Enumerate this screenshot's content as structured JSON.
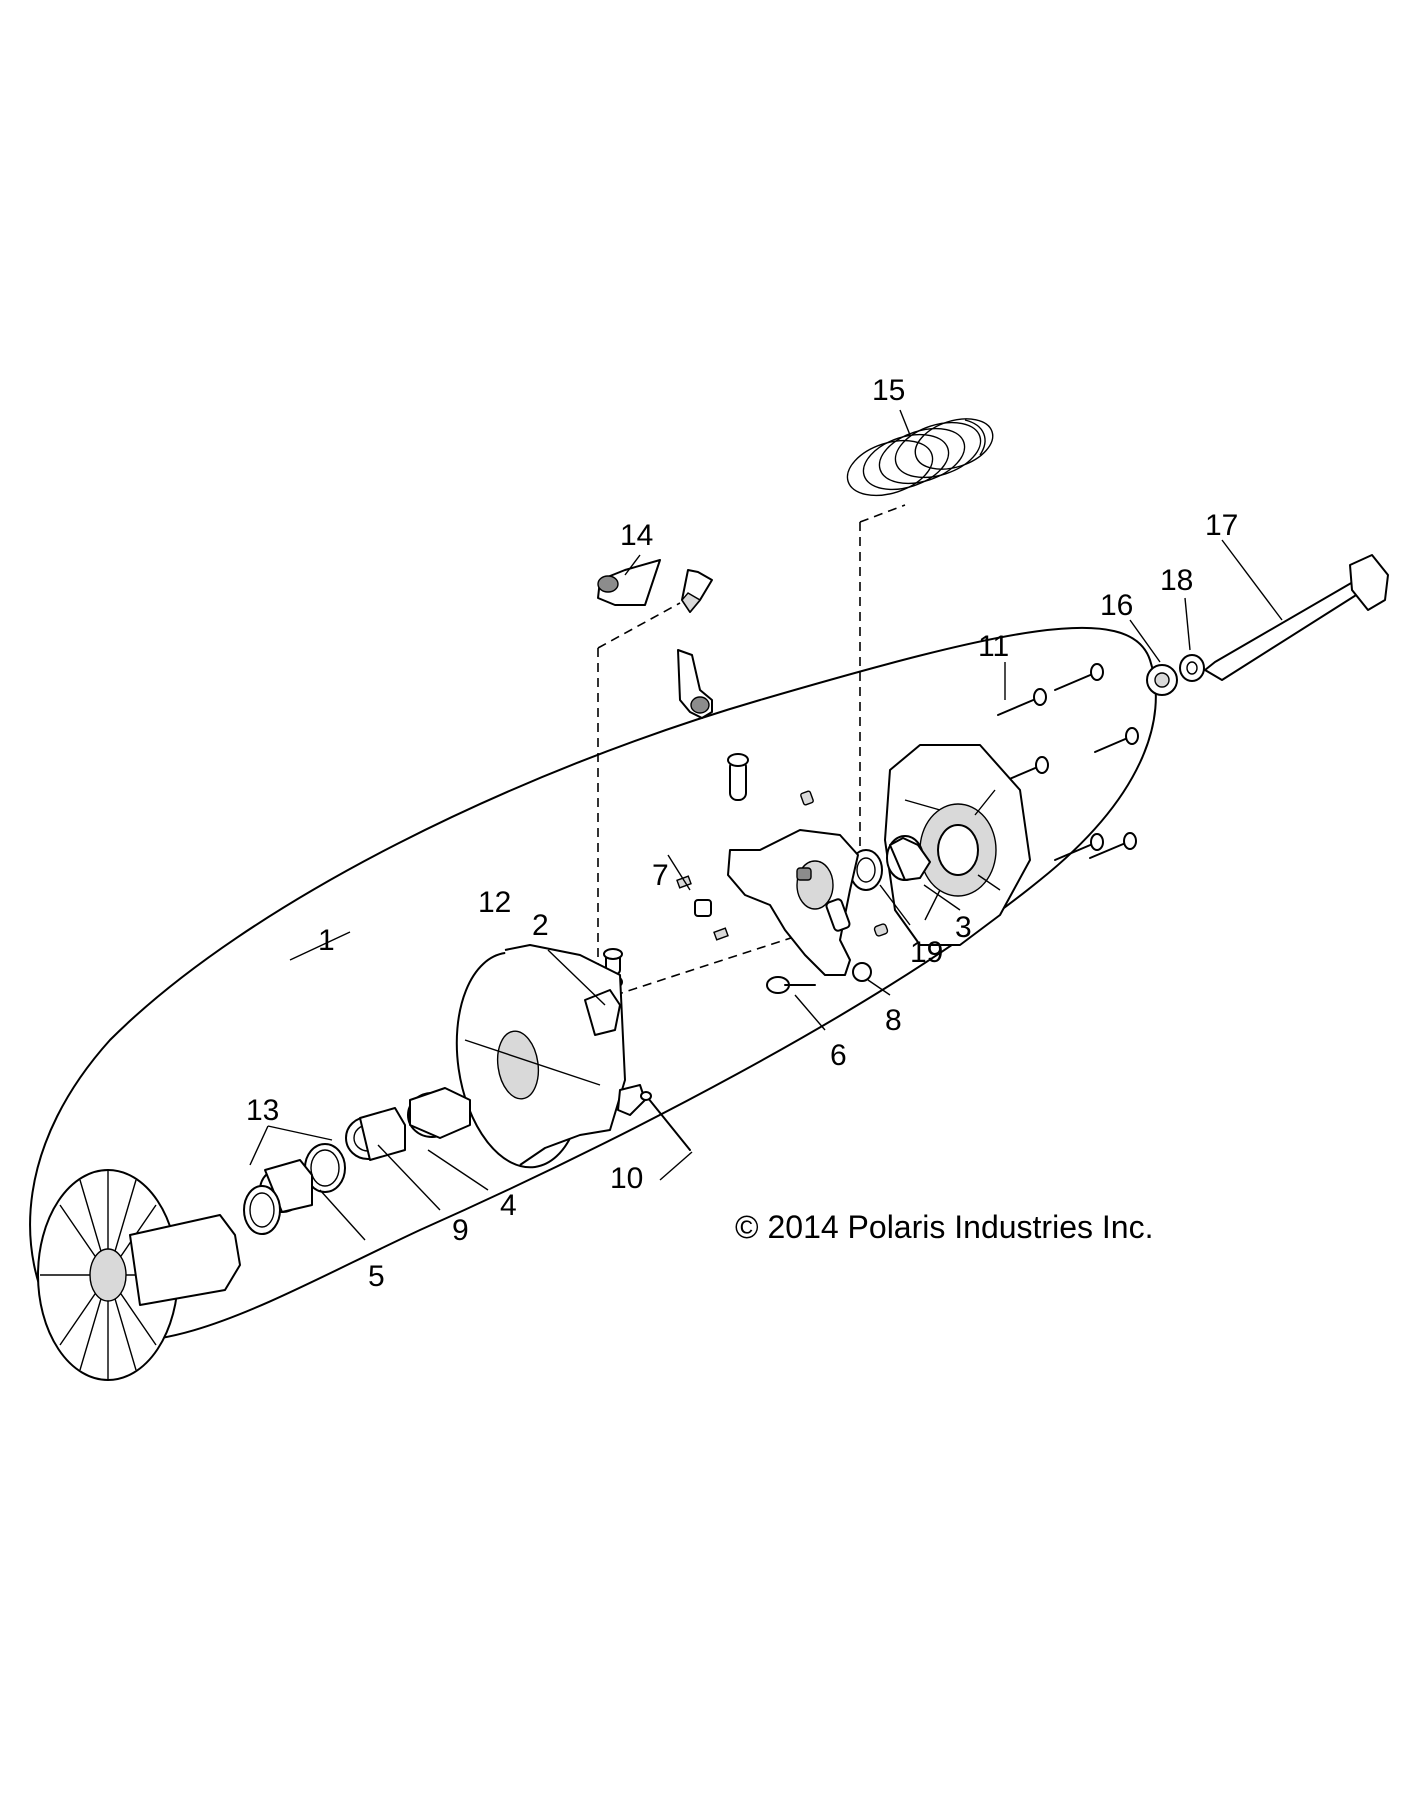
{
  "diagram": {
    "copyright": "© 2014 Polaris Industries Inc.",
    "callouts": [
      "1",
      "2",
      "3",
      "4",
      "5",
      "6",
      "7",
      "8",
      "9",
      "10",
      "11",
      "12",
      "13",
      "14",
      "15",
      "16",
      "17",
      "18",
      "19"
    ]
  }
}
